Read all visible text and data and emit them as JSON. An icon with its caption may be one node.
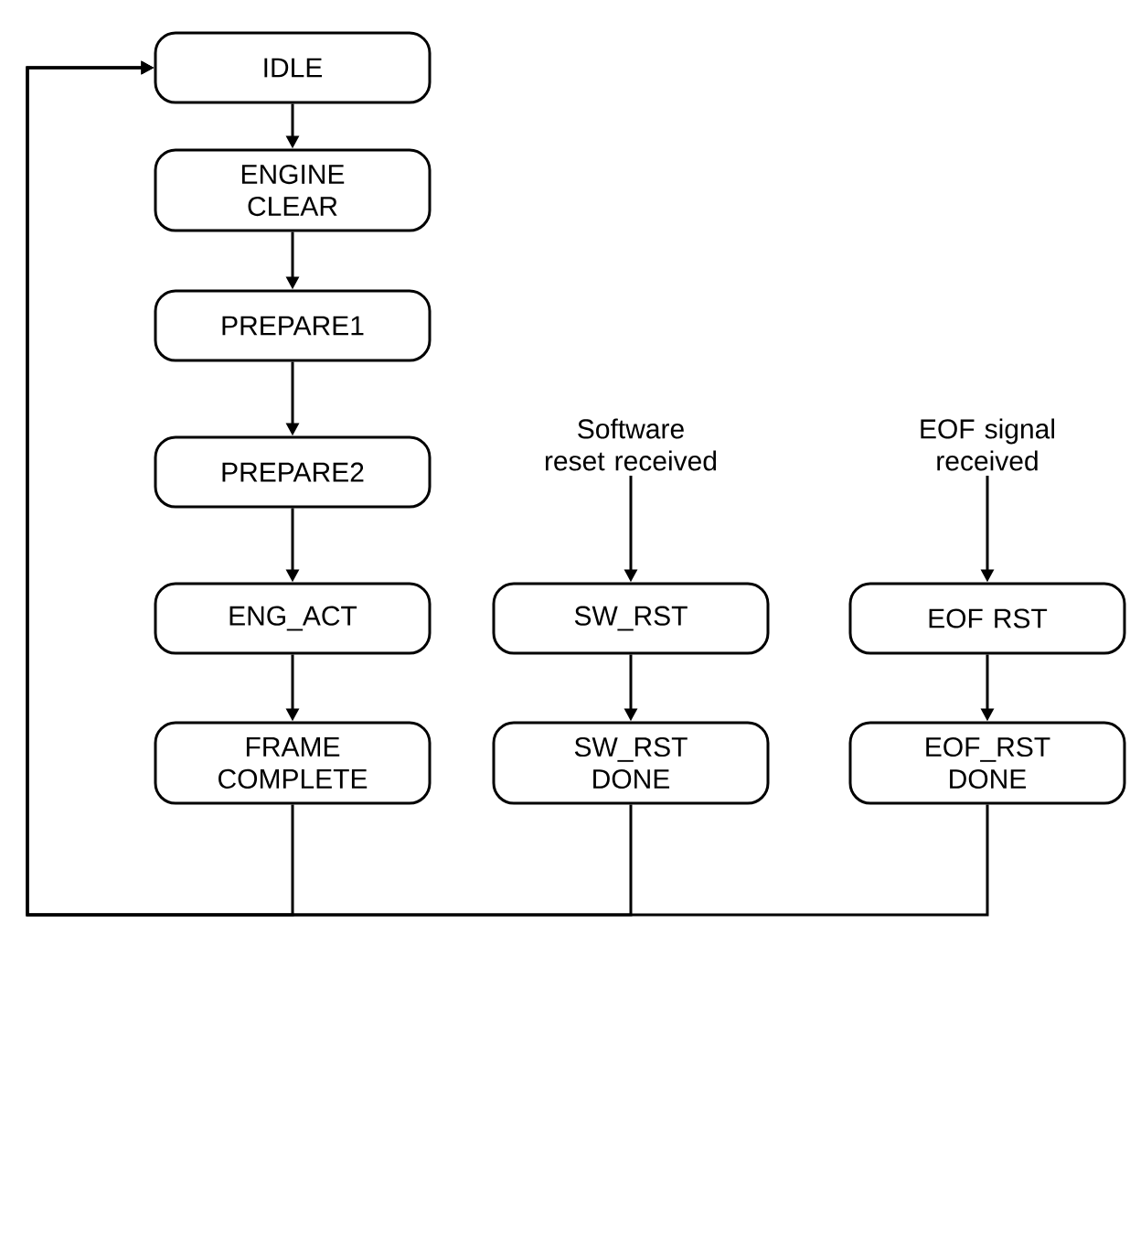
{
  "diagram": {
    "nodes": [
      {
        "text": [
          "IDLE"
        ]
      },
      {
        "text": [
          "ENGINE CLEAR"
        ]
      },
      {
        "text": [
          "PREPARE1"
        ]
      },
      {
        "text": [
          "PREPARE2"
        ]
      },
      {
        "text": [
          "ENG_ACT"
        ]
      },
      {
        "text": [
          "FRAME COMPLETE"
        ]
      },
      {
        "text": [
          "Software reset received"
        ]
      },
      {
        "text": [
          "SW_RST"
        ]
      },
      {
        "text": [
          "SW_RST DONE"
        ]
      },
      {
        "text": [
          "EOF signal received"
        ]
      },
      {
        "text": [
          "EOF RST"
        ]
      },
      {
        "text": [
          "EOF_RST DONE"
        ]
      }
    ],
    "edges": [
      {
        "from": 0,
        "to": 1,
        "arrow": "to"
      },
      {
        "from": 1,
        "to": 2,
        "arrow": "to"
      },
      {
        "from": 2,
        "to": 3,
        "arrow": "to"
      },
      {
        "from": 3,
        "to": 4,
        "arrow": "to"
      },
      {
        "from": 4,
        "to": 5,
        "arrow": "to"
      },
      {
        "from": 6,
        "to": 7,
        "arrow": "to"
      },
      {
        "from": 7,
        "to": 8,
        "arrow": "to"
      },
      {
        "from": 9,
        "to": 10,
        "arrow": "to"
      },
      {
        "from": 10,
        "to": 11,
        "arrow": "to"
      },
      {
        "from": 5,
        "to": 0,
        "arrow": "to"
      },
      {
        "from": 8,
        "to": 0,
        "arrow": "to"
      },
      {
        "from": 11,
        "to": 0,
        "arrow": "to"
      }
    ]
  }
}
